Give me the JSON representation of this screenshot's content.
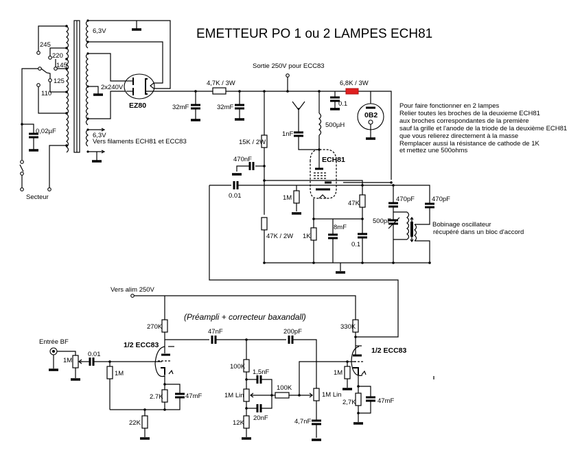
{
  "title": "EMETTEUR PO 1 ou 2 LAMPES ECH81",
  "colors": {
    "background": "#ffffff",
    "line": "#000000",
    "highlight_resistor": "#e02020"
  },
  "power_supply": {
    "transformer_taps": [
      "245",
      "220",
      "145",
      "125",
      "110"
    ],
    "secondary_heater_1": "6,3V",
    "secondary_ht": "2x240V",
    "secondary_heater_2": "6,3V",
    "heater_note": "Vers filaments ECH81 et ECC83",
    "mains_cap": "0,02µF",
    "mains_label": "Secteur",
    "rectifier": "EZ80",
    "filter_cap_1": "32mF",
    "filter_cap_2": "32mF",
    "filter_resistor": "4,7K / 3W",
    "output_label": "Sortie 250V pour ECC83",
    "dropper_resistor": "6,8K / 3W",
    "decoupling_cap": "0.1",
    "regulator": "0B2"
  },
  "oscillator": {
    "tube": "ECH81",
    "antenna_cap": "1nF",
    "choke": "500µH",
    "screen_resistor": "15K / 2W",
    "screen_cap": "470nF",
    "coupling_cap": "0.01",
    "grid_resistor": "1M",
    "divider_resistor": "47K / 2W",
    "cathode_resistor": "1K",
    "cathode_cap": "8mF",
    "osc_anode_resistor": "47K",
    "osc_decoupling": "0.1",
    "tank_cap_1": "470pF",
    "tank_cap_2": "470pF",
    "variable_cap": "500pF",
    "coil_note_1": "Bobinage oscillateur",
    "coil_note_2": "récupéré dans un bloc d'accord"
  },
  "notes": [
    "Pour faire fonctionner en 2 lampes",
    "Relier toutes les broches de la deuxieme ECH81",
    "aux broches correspondantes de la première",
    "sauf la grille et l'anode de la triode de la deuxième ECH81",
    "que vous relierez directement à la masse",
    "Remplacer aussi  la résistance de cathode de 1K",
    "et mettez une 500ohms"
  ],
  "preamp": {
    "supply_label": "Vers alim 250V",
    "section_title": "(Préampli + correcteur baxandall)",
    "input_label": "Entrée BF",
    "input_pot": "1M",
    "input_cap": "0.01",
    "grid_resistor_1": "1M",
    "tube_1": "1/2 ECC83",
    "anode_resistor_1": "270K",
    "cathode_resistor_1": "2.7K",
    "cathode_cap_1": "47mF",
    "feedback_resistor": "22K",
    "coupling_cap": "47nF",
    "treble_cap": "200pF",
    "bass_r_top": "100K",
    "bass_cap_top": "1,5nF",
    "bass_pot": "1M Lin",
    "bass_cap_bottom": "20nF",
    "bass_r_bottom": "12K",
    "mix_resistor": "100K",
    "treble_pot": "1M Lin",
    "treble_cap_gnd": "4,7nF",
    "tube_2": "1/2 ECC83",
    "anode_resistor_2": "330K",
    "grid_resistor_2": "1M",
    "cathode_resistor_2": "2,7K",
    "cathode_cap_2": "47mF"
  }
}
